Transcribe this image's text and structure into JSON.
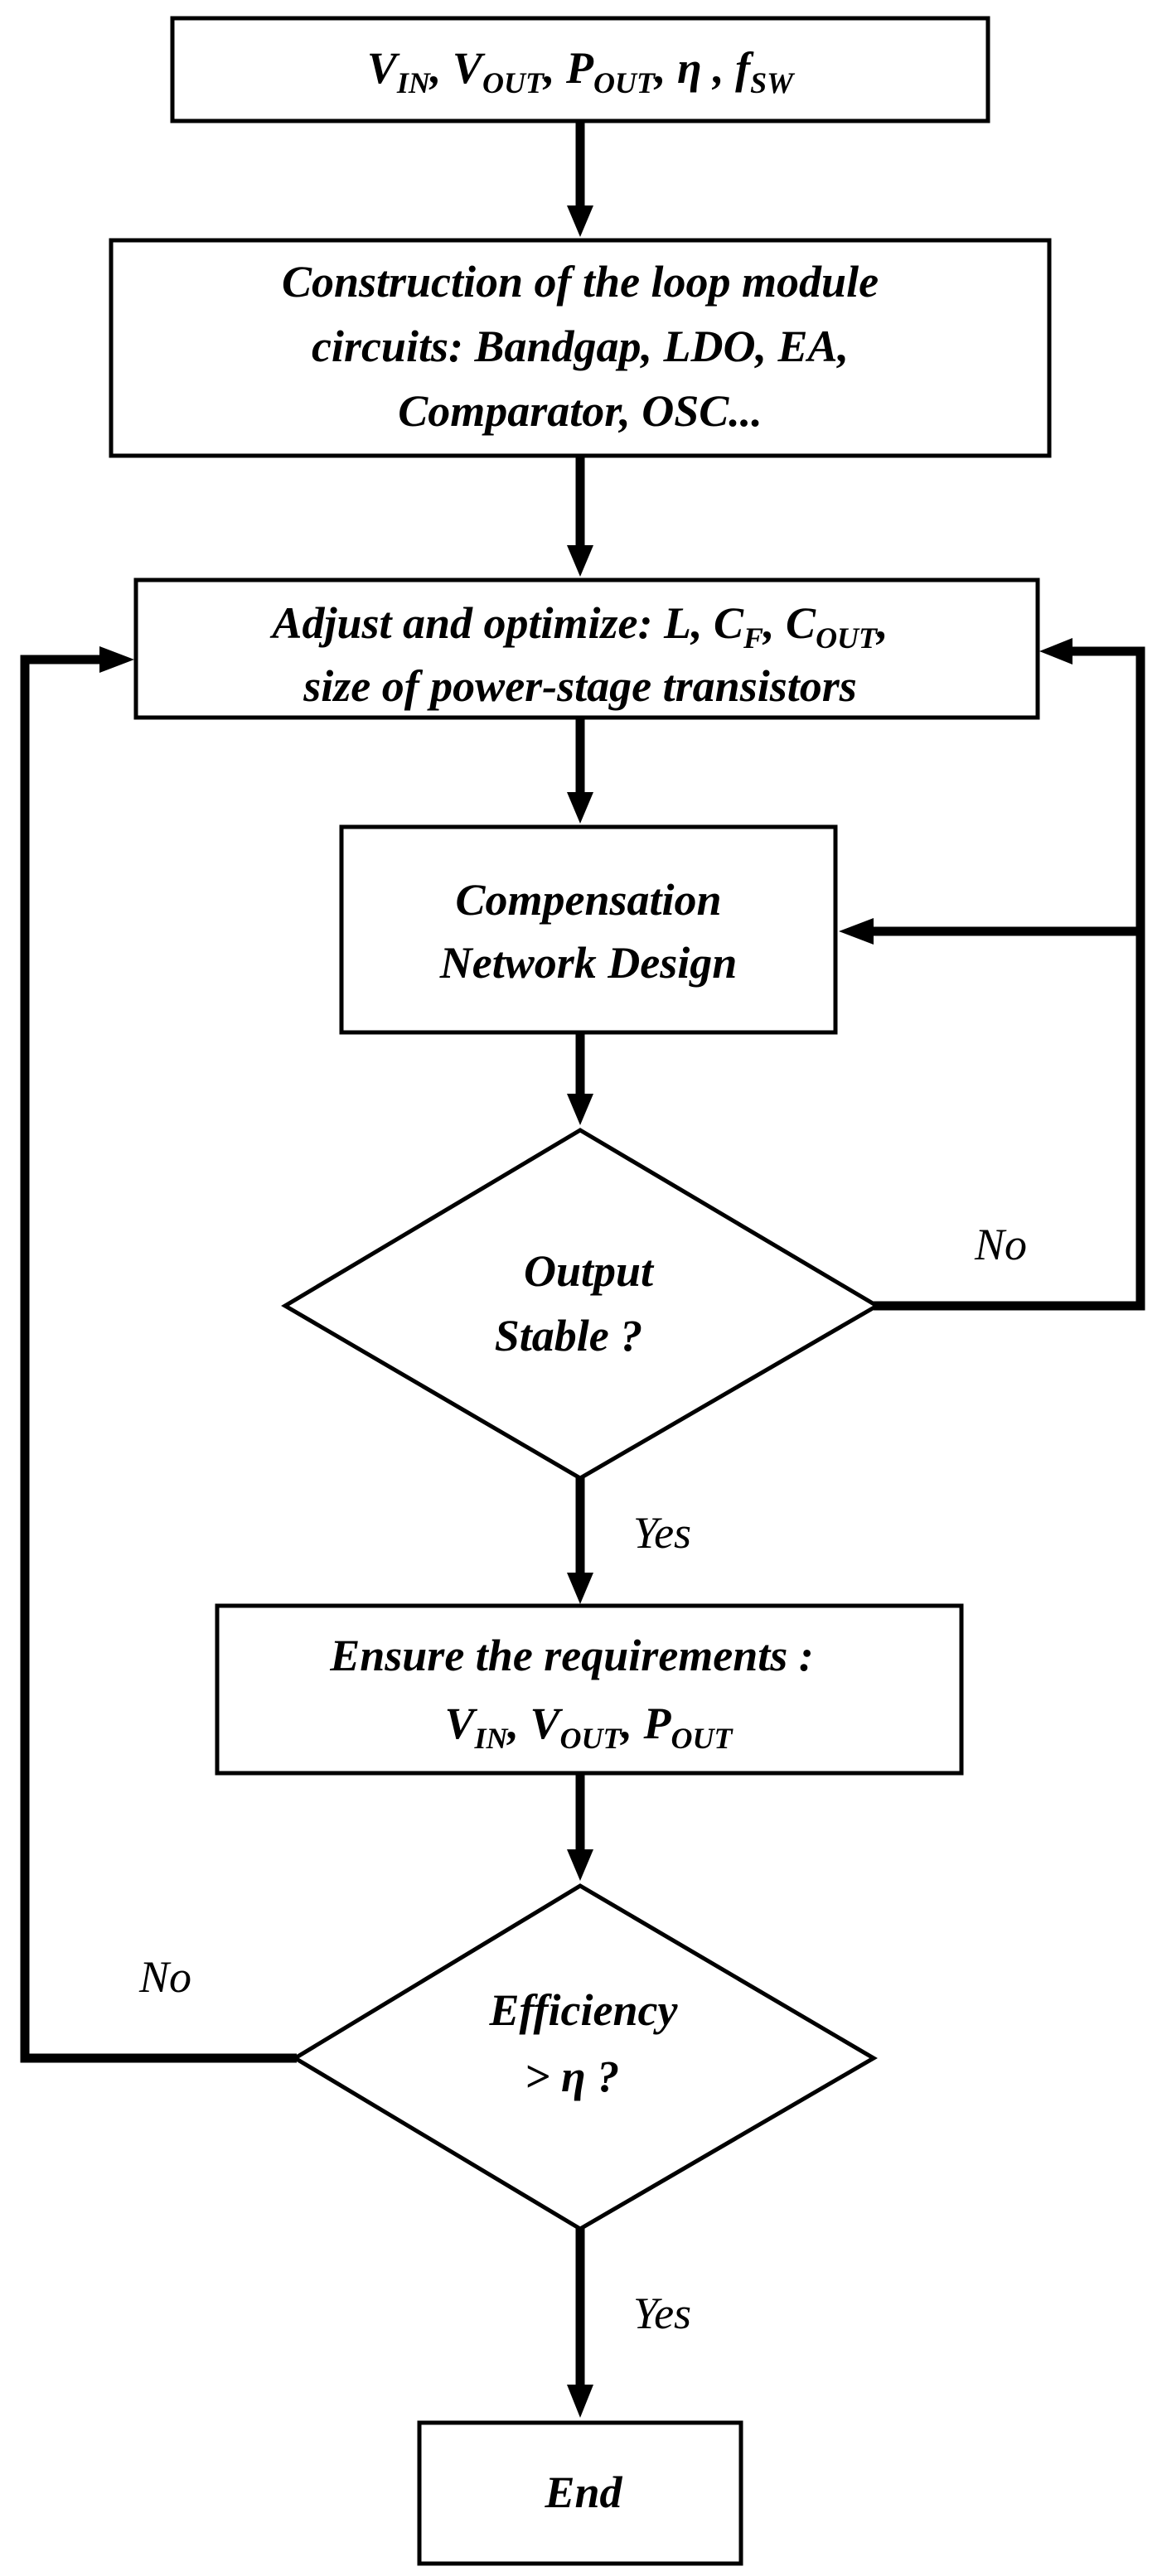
{
  "nodes": {
    "inputs": {
      "v": "V",
      "v_in_sub": "IN",
      "sep1": ", ",
      "v_out_sub": "OUT",
      "sep2": ", ",
      "p": "P",
      "p_out_sub": "OUT",
      "sep3": ",  ",
      "eta": "η",
      "sep4": " , ",
      "f": "f",
      "f_sw_sub": "SW"
    },
    "construction": {
      "line1": "Construction of the loop module",
      "line2": "circuits: Bandgap, LDO, EA,",
      "line3": "Comparator, OSC..."
    },
    "adjust": {
      "line1_pre": "Adjust and optimize: L, C",
      "cf_sub": "F",
      "line1_mid": ", C",
      "cout_sub": "OUT",
      "line1_post": ",",
      "line2": "size of power-stage transistors"
    },
    "compensation": {
      "line1": "Compensation",
      "line2": "Network Design"
    },
    "output_stable": {
      "line1": "Output",
      "line2": "Stable ?"
    },
    "ensure": {
      "line1": "Ensure the requirements :",
      "v": "V",
      "v_in_sub": "IN",
      "sep1": ", ",
      "v_out_sub": "OUT",
      "sep2": ", ",
      "p": "P",
      "p_out_sub": "OUT"
    },
    "efficiency": {
      "line1": "Efficiency",
      "line2": ">  η ?"
    },
    "end": {
      "label": "End"
    }
  },
  "branch_labels": {
    "stable_no": "No",
    "stable_yes": "Yes",
    "efficiency_no": "No",
    "efficiency_yes": "Yes"
  }
}
